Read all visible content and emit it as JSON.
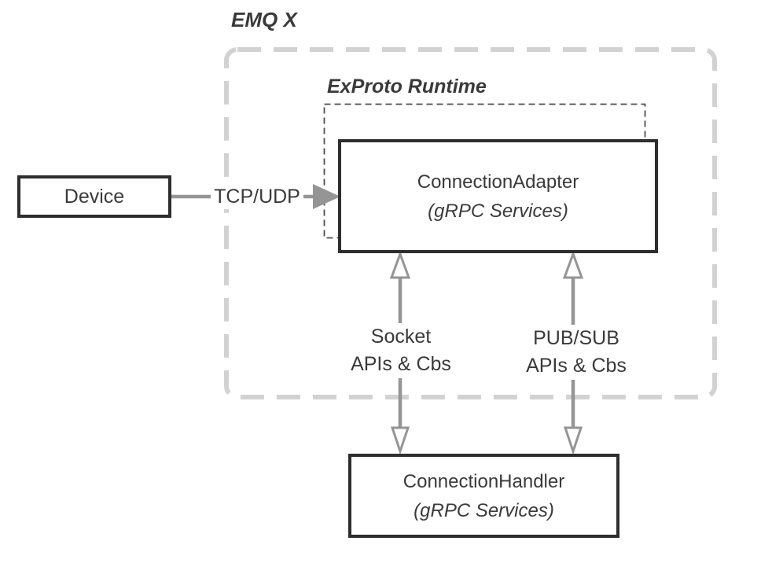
{
  "diagram": {
    "emqx_label": "EMQ X",
    "exproto_label": "ExProto Runtime",
    "device": {
      "label": "Device"
    },
    "adapter": {
      "title": "ConnectionAdapter",
      "subtitle": "(gRPC Services)"
    },
    "handler": {
      "title": "ConnectionHandler",
      "subtitle": "(gRPC Services)"
    },
    "edges": {
      "tcp_udp": "TCP/UDP",
      "socket": {
        "line1": "Socket",
        "line2": "APIs & Cbs"
      },
      "pubsub": {
        "line1": "PUB/SUB",
        "line2": "APIs & Cbs"
      }
    },
    "colors": {
      "background": "#ffffff",
      "box_border": "#2e2e2e",
      "text": "#3a3a3a",
      "arrow": "#959595",
      "outer_dash": "#d2d2d2",
      "inner_dash": "#4d4d4d"
    }
  }
}
